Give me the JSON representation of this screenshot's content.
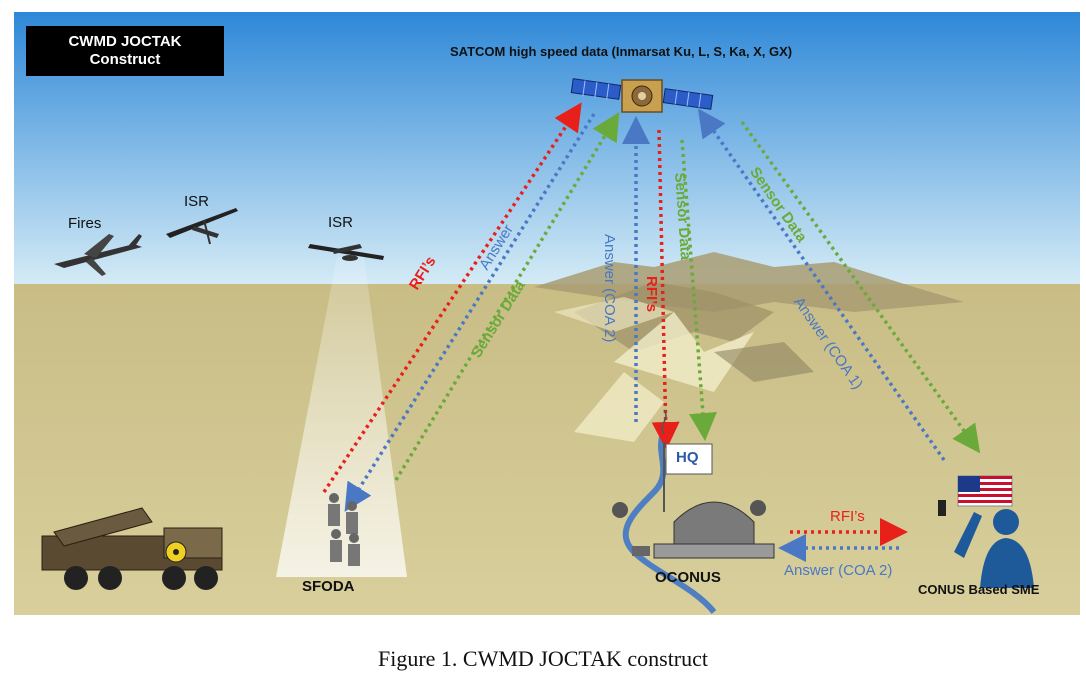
{
  "title_box": {
    "line1": "CWMD JOCTAK",
    "line2": "Construct"
  },
  "satcom_label": "SATCOM high speed data (Inmarsat Ku, L, S, Ka, X, GX)",
  "aircraft": {
    "fires": "Fires",
    "isr_left": "ISR",
    "isr_right": "ISR"
  },
  "nodes": {
    "sfoda": "SFODA",
    "oconus": "OCONUS",
    "hq": "HQ",
    "conus": "CONUS Based SME"
  },
  "links": {
    "sfoda_rfis": "RFI’s",
    "sfoda_answer": "Answer",
    "sfoda_sensor": "Sensor Data",
    "hq_answer": "Answer (COA 2)",
    "hq_rfis": "RFI’s",
    "hq_sensor": "Sensor Data",
    "conus_sensor": "Sensor Data",
    "conus_answer": "Answer (COA 1)",
    "ground_rfis": "RFI’s",
    "ground_answer": "Answer (COA 2)"
  },
  "colors": {
    "rfi": "#e8201a",
    "answer": "#4a78c4",
    "sensor": "#6aaa3a",
    "sky_top": "#2e88d8",
    "sky_bottom": "#cfe8f4",
    "ground": "#cfc48e"
  },
  "caption": "Figure 1.   CWMD JOCTAK construct"
}
